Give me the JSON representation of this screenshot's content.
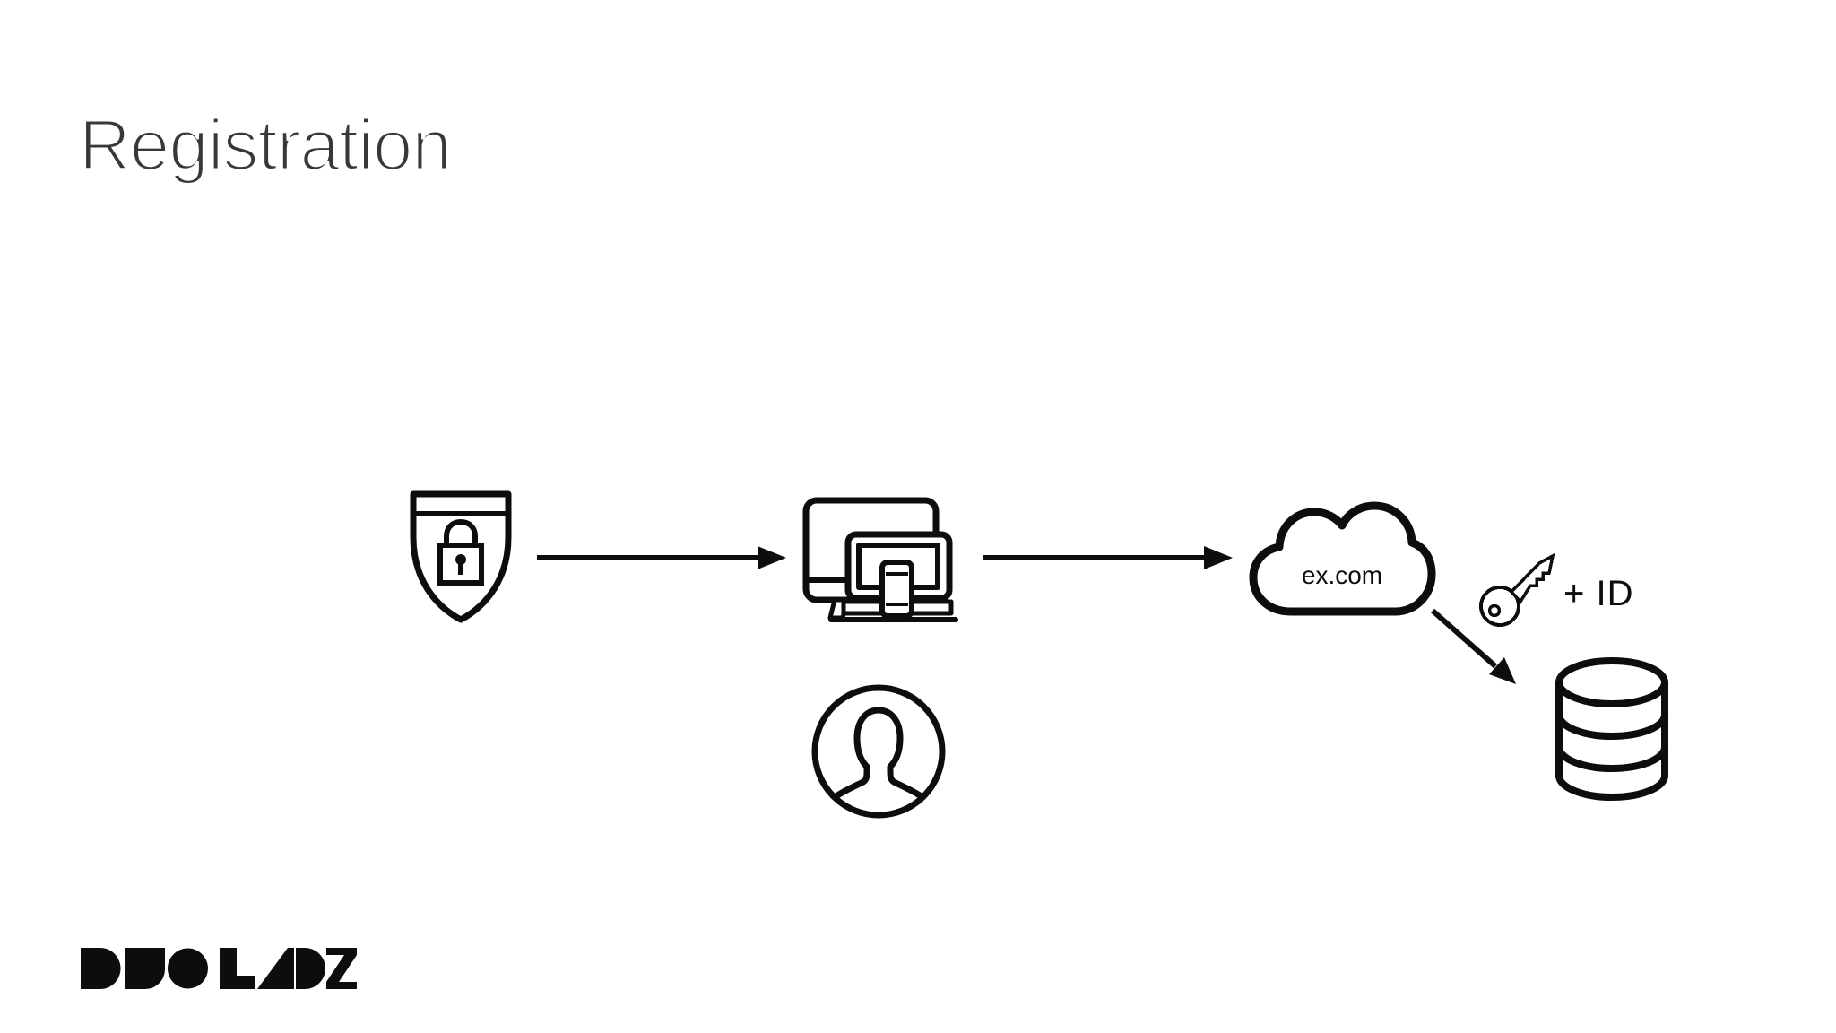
{
  "slide": {
    "title": "Registration"
  },
  "colors": {
    "background": "#ffffff",
    "title": "#383838",
    "ink": "#0d0d0d"
  },
  "diagram": {
    "cloud_label": "ex.com",
    "key_label": "+ ID",
    "nodes": [
      {
        "id": "security-key",
        "icon": "shield-lock-icon",
        "label": ""
      },
      {
        "id": "client-devices",
        "icon": "devices-icon",
        "label": ""
      },
      {
        "id": "user",
        "icon": "person-icon",
        "label": ""
      },
      {
        "id": "relying-party",
        "icon": "cloud-icon",
        "label": "ex.com"
      },
      {
        "id": "credential",
        "icon": "key-icon",
        "label": "+ ID"
      },
      {
        "id": "credential-store",
        "icon": "database-icon",
        "label": ""
      }
    ],
    "edges": [
      {
        "from": "security-key",
        "to": "client-devices",
        "type": "arrow-right"
      },
      {
        "from": "client-devices",
        "to": "relying-party",
        "type": "arrow-right"
      },
      {
        "from": "relying-party",
        "to": "credential-store",
        "type": "arrow-diagonal-down"
      }
    ]
  },
  "footer": {
    "logo_text": "DUO LABS"
  }
}
